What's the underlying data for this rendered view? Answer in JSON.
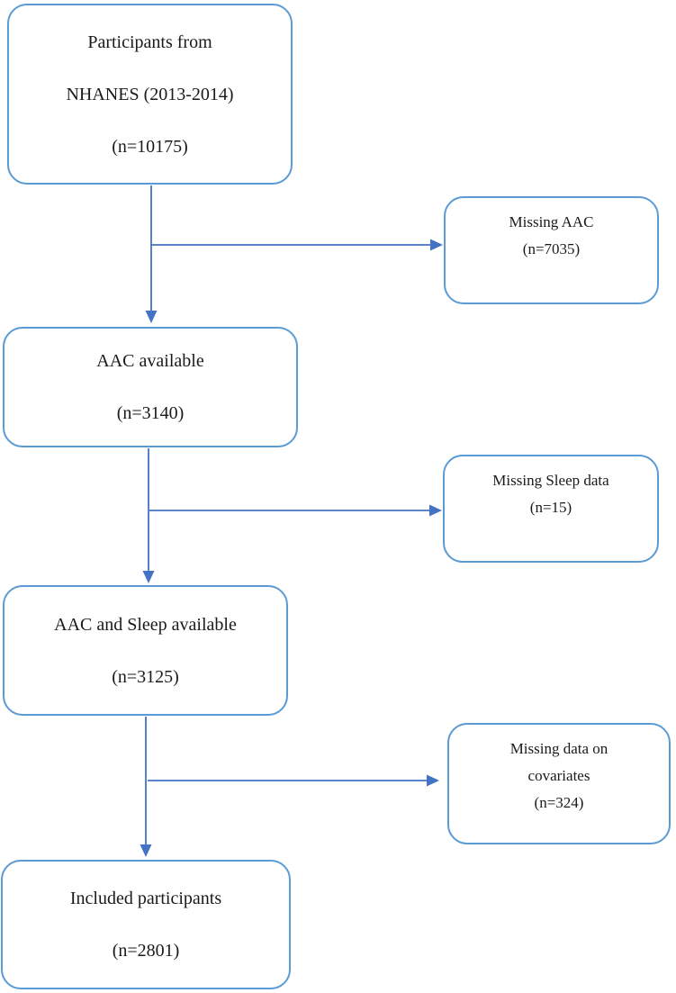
{
  "colors": {
    "box_border": "#5B9BD5",
    "arrow": "#4472C4",
    "text": "#1A1A1A",
    "background": "#FFFFFF"
  },
  "flow": {
    "main_boxes": [
      {
        "lines": [
          "Participants from",
          "NHANES (2013-2014)",
          "(n=10175)"
        ]
      },
      {
        "lines": [
          "AAC available",
          "(n=3140)"
        ]
      },
      {
        "lines": [
          "AAC and Sleep available",
          "(n=3125)"
        ]
      },
      {
        "lines": [
          "Included participants",
          "(n=2801)"
        ]
      }
    ],
    "exclusion_boxes": [
      {
        "lines": [
          "Missing AAC",
          "(n=7035)"
        ]
      },
      {
        "lines": [
          "Missing Sleep data",
          "(n=15)"
        ]
      },
      {
        "lines": [
          "Missing data on",
          "covariates",
          "(n=324)"
        ]
      }
    ]
  }
}
